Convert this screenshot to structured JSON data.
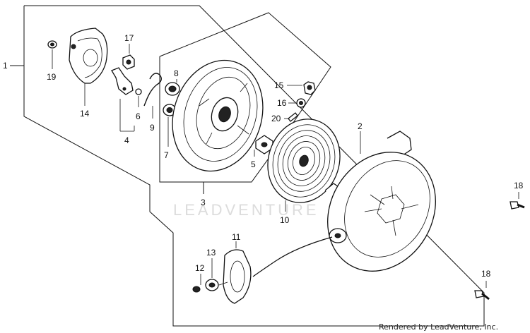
{
  "watermark": "LEADVENTURE",
  "credit": "Rendered by LeadVenture, Inc.",
  "callouts": {
    "c1": "1",
    "c2": "2",
    "c3": "3",
    "c4": "4",
    "c5": "5",
    "c6": "6",
    "c7": "7",
    "c8": "8",
    "c9": "9",
    "c10": "10",
    "c11": "11",
    "c12": "12",
    "c13": "13",
    "c14": "14",
    "c15": "15",
    "c16": "16",
    "c17": "17",
    "c18a": "18",
    "c18b": "18",
    "c19": "19",
    "c20": "20"
  }
}
